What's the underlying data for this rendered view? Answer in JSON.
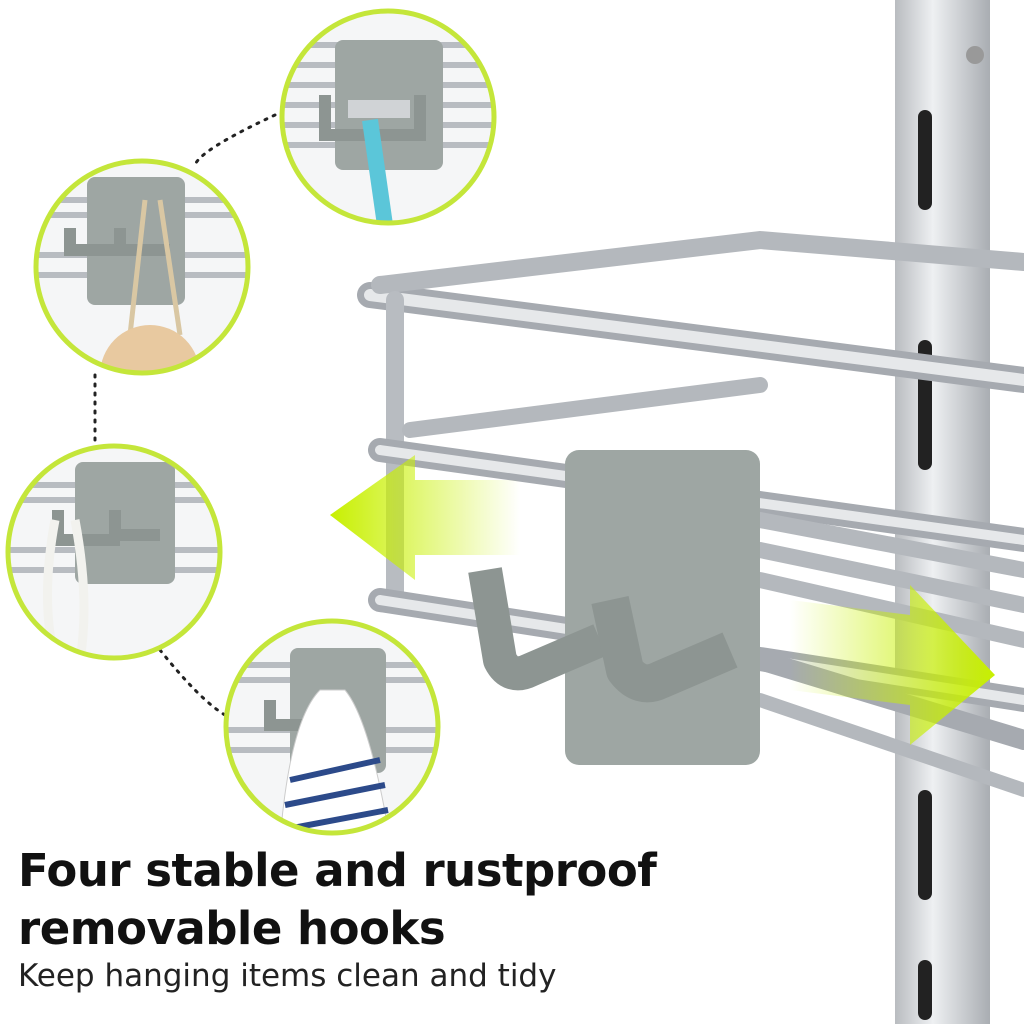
{
  "headline": {
    "line1": "Four stable and rustproof",
    "line2": "removable hooks"
  },
  "subtitle": "Keep hanging items clean and tidy",
  "colors": {
    "accent": "#c4e63a",
    "arrow": "#c8f000",
    "hook": "#9aa3a0",
    "metal": "#c9ccd0",
    "text": "#111111"
  }
}
